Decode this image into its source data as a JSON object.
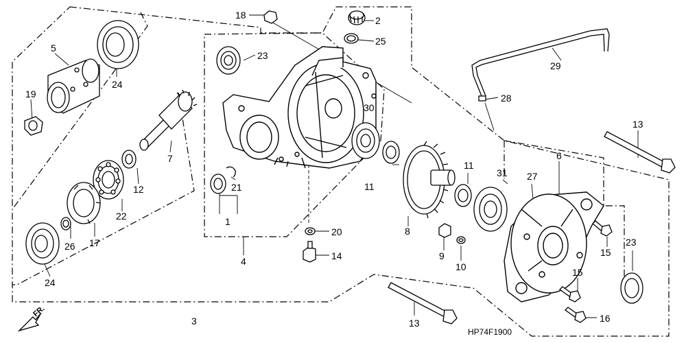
{
  "diagram": {
    "code": "HP74F1900",
    "direction_label": "FR.",
    "labels": {
      "l1": "1",
      "l2": "2",
      "l3": "3",
      "l4": "4",
      "l5": "5",
      "l6": "6",
      "l7": "7",
      "l8": "8",
      "l9": "9",
      "l10": "10",
      "l11a": "11",
      "l11b": "11",
      "l12": "12",
      "l13a": "13",
      "l13b": "13",
      "l14": "14",
      "l15a": "15",
      "l15b": "15",
      "l16": "16",
      "l17": "17",
      "l18": "18",
      "l19": "19",
      "l20": "20",
      "l21": "21",
      "l22": "22",
      "l23a": "23",
      "l23b": "23",
      "l24a": "24",
      "l24b": "24",
      "l25": "25",
      "l26": "26",
      "l27": "27",
      "l28": "28",
      "l29": "29",
      "l30": "30",
      "l31": "31"
    }
  }
}
